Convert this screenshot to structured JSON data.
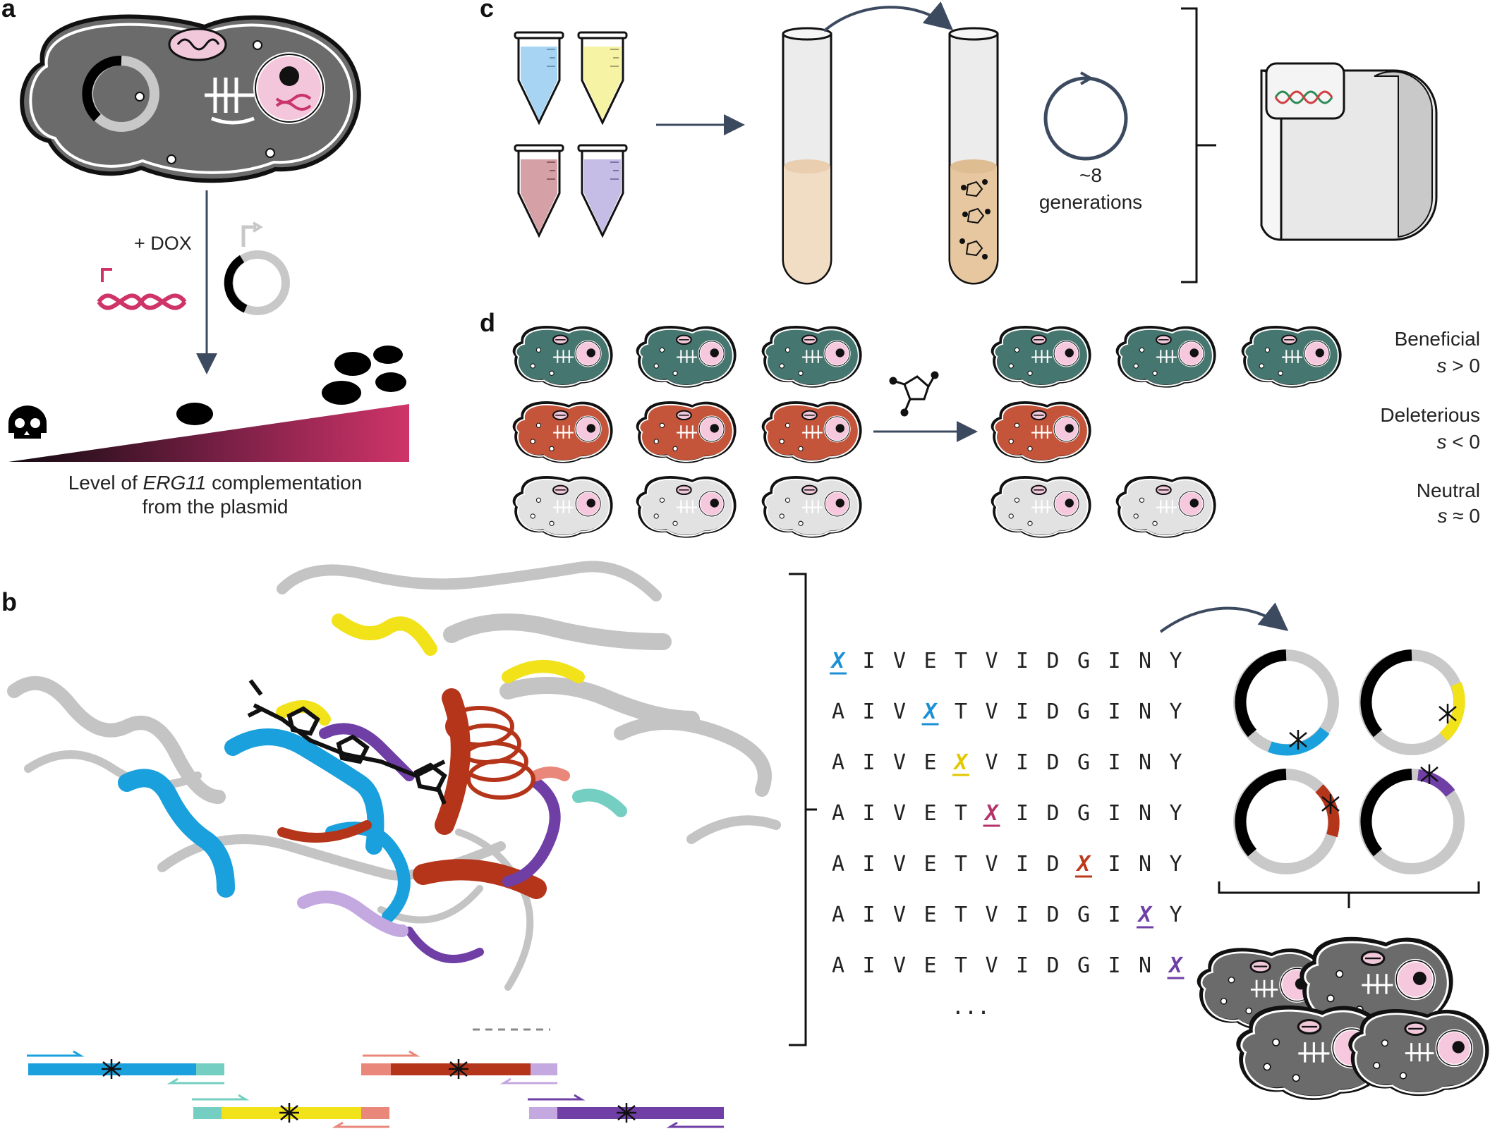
{
  "panels": {
    "a": "a",
    "b": "b",
    "c": "c",
    "d": "d"
  },
  "panel_a": {
    "dox_label": "+ DOX",
    "axis_label_pre": "Level of ",
    "axis_label_gene": "ERG11",
    "axis_label_post": " complementation",
    "axis_label_line2": "from the plasmid"
  },
  "panel_c": {
    "generations_count": "~8",
    "generations_label": "generations"
  },
  "panel_d": {
    "rows": [
      {
        "label": "Beneficial",
        "sel_var": "s",
        "sel_rel": " > 0",
        "color": "#45766f",
        "before": 3,
        "after": 3
      },
      {
        "label": "Deleterious",
        "sel_var": "s",
        "sel_rel": " < 0",
        "color": "#c5553a",
        "before": 3,
        "after": 1
      },
      {
        "label": "Neutral",
        "sel_var": "s",
        "sel_rel": " ≈ 0",
        "color": "#e2e2e2",
        "before": 3,
        "after": 2
      }
    ]
  },
  "panel_b": {
    "sequence_rows": [
      [
        "X",
        "I",
        "V",
        "E",
        "T",
        "V",
        "I",
        "D",
        "G",
        "I",
        "N",
        "Y"
      ],
      [
        "A",
        "I",
        "V",
        "X",
        "T",
        "V",
        "I",
        "D",
        "G",
        "I",
        "N",
        "Y"
      ],
      [
        "A",
        "I",
        "V",
        "E",
        "X",
        "V",
        "I",
        "D",
        "G",
        "I",
        "N",
        "Y"
      ],
      [
        "A",
        "I",
        "V",
        "E",
        "T",
        "X",
        "I",
        "D",
        "G",
        "I",
        "N",
        "Y"
      ],
      [
        "A",
        "I",
        "V",
        "E",
        "T",
        "V",
        "I",
        "D",
        "X",
        "I",
        "N",
        "Y"
      ],
      [
        "A",
        "I",
        "V",
        "E",
        "T",
        "V",
        "I",
        "D",
        "G",
        "I",
        "X",
        "Y"
      ],
      [
        "A",
        "I",
        "V",
        "E",
        "T",
        "V",
        "I",
        "D",
        "G",
        "I",
        "N",
        "X"
      ]
    ],
    "mutation_colors": [
      "#1b8fd6",
      "#1b8fd6",
      "#e2c800",
      "#b5336a",
      "#bb3a1c",
      "#6f3fa6",
      "#6f3fa6"
    ],
    "ellipsis": "...",
    "segment_colors": {
      "blue": "#1aa0dc",
      "teal": "#74cfc2",
      "yellow": "#f2e21a",
      "salmon": "#e8877a",
      "red": "#b5351a",
      "lilac": "#c4a8e0",
      "purple": "#6f3fa6",
      "gray": "#c9c9c9"
    }
  }
}
